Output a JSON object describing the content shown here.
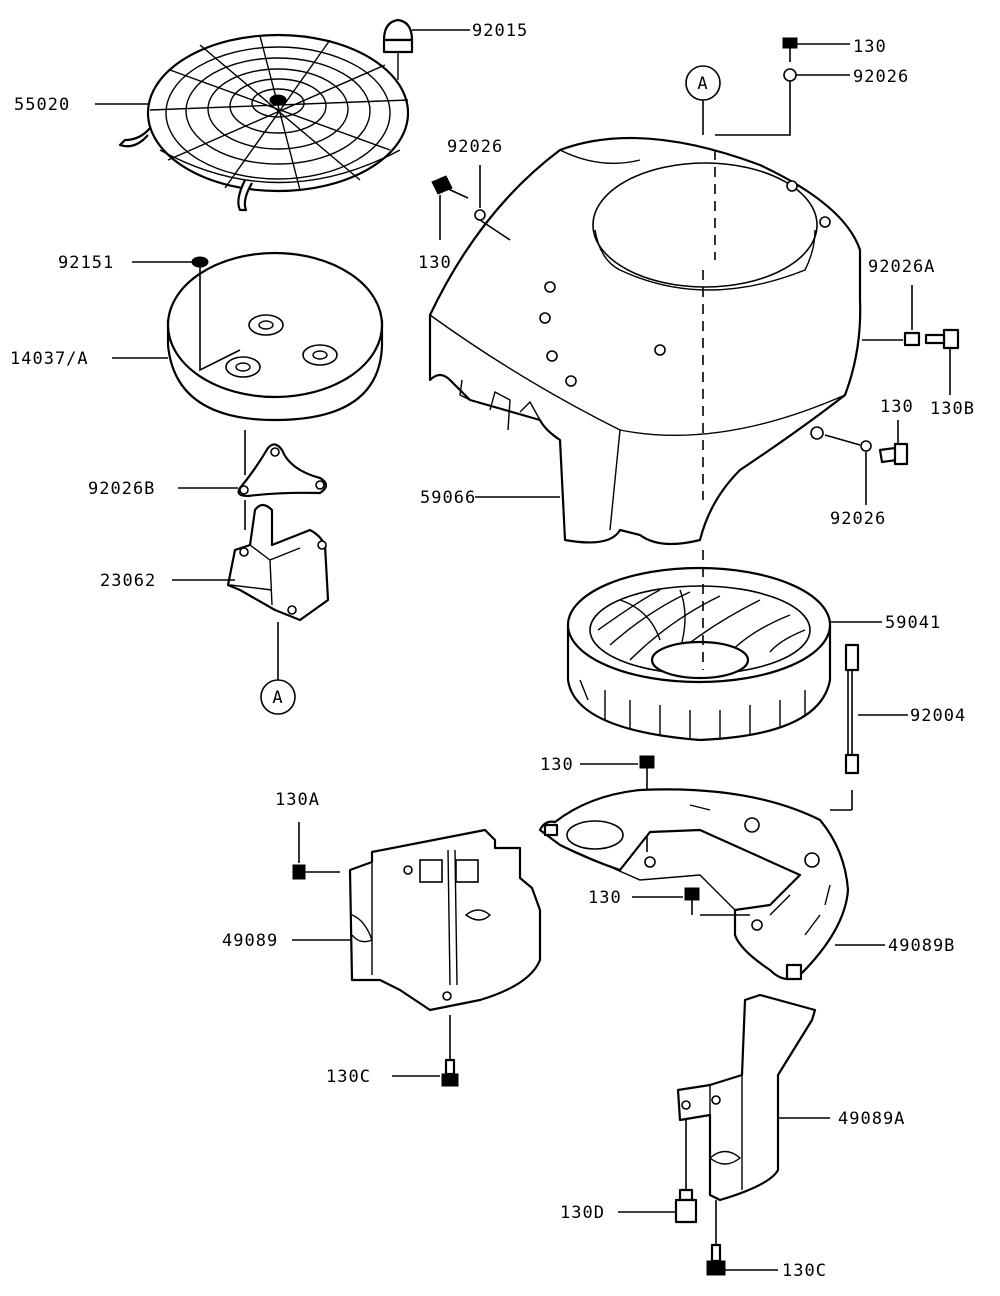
{
  "diagram": {
    "reference_marker": "A",
    "part_labels": {
      "p92015": "92015",
      "p55020": "55020",
      "p130_top": "130",
      "p92026_top": "92026",
      "p92026_mid": "92026",
      "p130_mid": "130",
      "p92151": "92151",
      "p92026A": "92026A",
      "p14037A": "14037/A",
      "p130_right": "130",
      "p130B": "130B",
      "p92026B": "92026B",
      "p59066": "59066",
      "p92026_right": "92026",
      "p23062": "23062",
      "p59041": "59041",
      "p92004": "92004",
      "p130_center": "130",
      "p130A": "130A",
      "p130_lower": "130",
      "p49089": "49089",
      "p49089B": "49089B",
      "p130C_left": "130C",
      "p49089A": "49089A",
      "p130D": "130D",
      "p130C_bottom": "130C"
    }
  }
}
